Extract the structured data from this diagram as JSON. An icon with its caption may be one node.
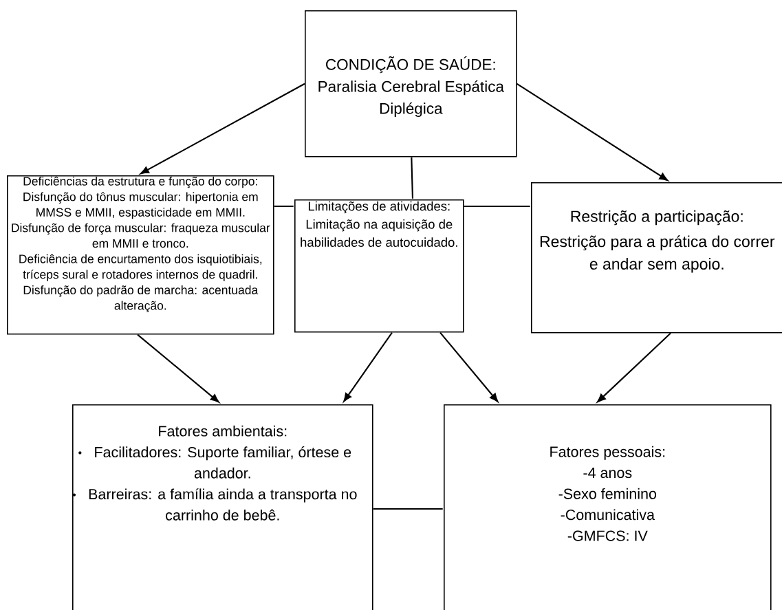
{
  "diagram": {
    "nodes": [
      {
        "text": [
          "CONDIÇÃO DE SAÚDE:",
          "Paralisia Cerebral Espática Diplégica"
        ]
      },
      {
        "text": [
          "Deficiências da estrutura e função do corpo:",
          "Disfunção do tônus muscular: hipertonia em MMSS e MMII, espasticidade em MMII.",
          "Disfunção de força muscular: fraqueza muscular em MMII e tronco.",
          "Deficiência de encurtamento dos isquiotibiais, tríceps sural e rotadores internos de quadril.",
          "Disfunção do padrão de marcha: acentuada alteração."
        ]
      },
      {
        "text": [
          "Limitações de atividades:",
          "Limitação na aquisição de habilidades de autocuidado."
        ]
      },
      {
        "text": [
          "Restrição a participação:",
          "Restrição para a prática do correr e andar sem apoio."
        ]
      },
      {
        "text": [
          "Fatores ambientais:",
          "Facilitadores: Suporte familiar, órtese e andador.",
          "Barreiras: a família ainda a transporta no carrinho de bebê."
        ]
      },
      {
        "text": [
          "Fatores pessoais:",
          "-4 anos",
          "-Sexo feminino",
          "-Comunicativa",
          "-GMFCS: IV"
        ]
      }
    ],
    "edges": [
      {
        "from": 0,
        "to": 1,
        "arrow": "to"
      },
      {
        "from": 0,
        "to": 3,
        "arrow": "to"
      },
      {
        "from": 0,
        "to": 2,
        "arrow": "none"
      },
      {
        "from": 1,
        "to": 2,
        "arrow": "none"
      },
      {
        "from": 2,
        "to": 3,
        "arrow": "none"
      },
      {
        "from": 1,
        "to": 4,
        "arrow": "to"
      },
      {
        "from": 2,
        "to": 4,
        "arrow": "to"
      },
      {
        "from": 2,
        "to": 5,
        "arrow": "to"
      },
      {
        "from": 3,
        "to": 5,
        "arrow": "to"
      },
      {
        "from": 4,
        "to": 5,
        "arrow": "none"
      }
    ]
  }
}
